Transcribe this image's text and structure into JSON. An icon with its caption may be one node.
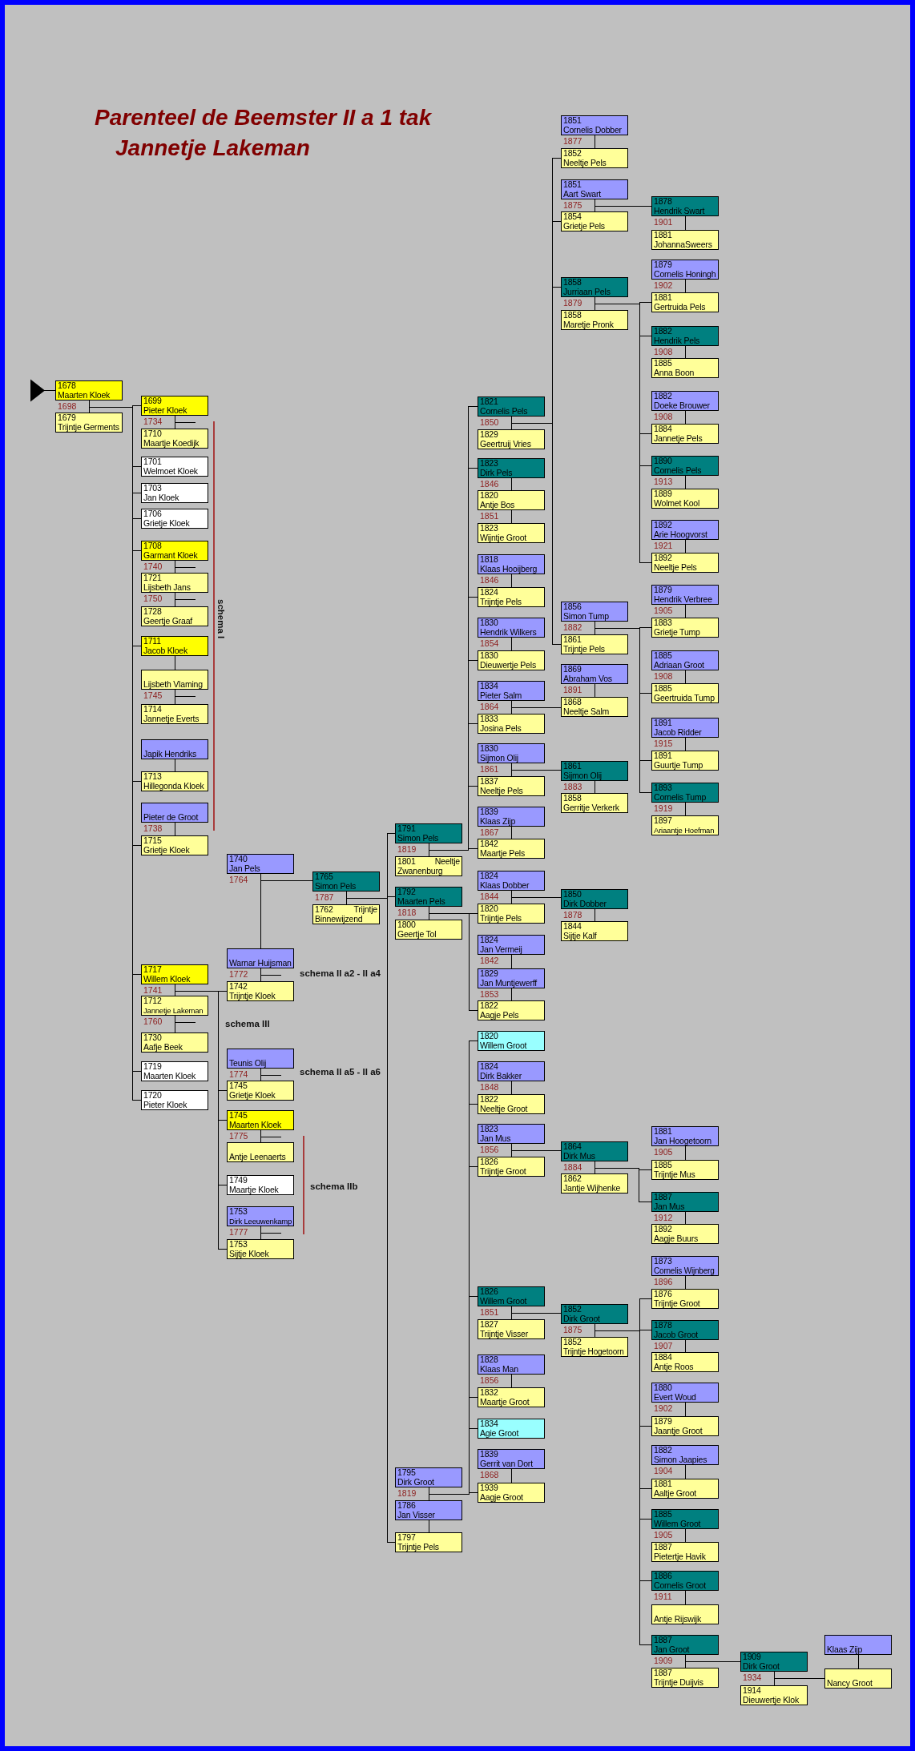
{
  "diagram": {
    "title": "Parenteel de Beemster II a 1 tak Jannetje Lakeman",
    "nodes": [
      {
        "text": [
          "1678",
          "Maarten Kloek"
        ],
        "beside": [
          "1698"
        ]
      },
      {
        "text": [
          "1679",
          "Trijntje Germents"
        ]
      },
      {
        "text": [
          "1699",
          "Pieter Kloek"
        ],
        "beside": [
          "1734"
        ]
      },
      {
        "text": [
          "1710",
          "Maartje Koedijk"
        ]
      },
      {
        "text": [
          "1701",
          "Welmoet Kloek"
        ]
      },
      {
        "text": [
          "1703",
          "Jan Kloek"
        ]
      },
      {
        "text": [
          "1706",
          "Grietje Kloek"
        ]
      },
      {
        "text": [
          "1708",
          "Garmant Kloek"
        ],
        "beside": [
          "1740"
        ]
      },
      {
        "text": [
          "1721",
          "Lijsbeth Jans"
        ],
        "beside": [
          "1750"
        ]
      },
      {
        "text": [
          "1728",
          "Geertje Graaf"
        ]
      },
      {
        "text": [
          "1711",
          "Jacob Kloek"
        ]
      },
      {
        "text": [
          "Lijsbeth Vlaming"
        ],
        "beside": [
          "1745"
        ]
      },
      {
        "text": [
          "1714",
          "Jannetje Everts"
        ]
      },
      {
        "text": [
          "Japik Hendriks"
        ]
      },
      {
        "text": [
          "1713",
          "Hillegonda Kloek"
        ]
      },
      {
        "text": [
          "Pieter de Groot"
        ],
        "beside": [
          "1738"
        ]
      },
      {
        "text": [
          "1715",
          "Grietje Kloek"
        ]
      },
      {
        "text": [
          "1717",
          "Willem Kloek"
        ],
        "beside": [
          "1741"
        ]
      },
      {
        "text": [
          "1712",
          "Jannetje Lakeman"
        ],
        "beside": [
          "1760"
        ]
      },
      {
        "text": [
          "1730",
          "Aafje Beek"
        ]
      },
      {
        "text": [
          "1719",
          "Maarten Kloek"
        ]
      },
      {
        "text": [
          "1720",
          "Pieter Kloek"
        ]
      },
      {
        "text": [
          "1740",
          "Jan Pels"
        ],
        "beside": [
          "1764"
        ]
      },
      {
        "text": [
          "Warnar Huijsman"
        ],
        "beside": [
          "1772"
        ]
      },
      {
        "text": [
          "1742",
          "Trijntje Kloek"
        ]
      },
      {
        "text": [
          "Teunis Olij"
        ],
        "beside": [
          "1774"
        ]
      },
      {
        "text": [
          "1745",
          "Grietje Kloek"
        ]
      },
      {
        "text": [
          "1745",
          "Maarten Kloek"
        ],
        "beside": [
          "1775"
        ]
      },
      {
        "text": [
          "Antje Leenaerts"
        ]
      },
      {
        "text": [
          "1749",
          "Maartje Kloek"
        ]
      },
      {
        "text": [
          "1753",
          "Dirk Leeuwenkamp"
        ],
        "beside": [
          "1777"
        ]
      },
      {
        "text": [
          "1753",
          "Sijtje Kloek"
        ]
      },
      {
        "text": [
          "1765",
          "Simon Pels"
        ],
        "beside": [
          "1787"
        ]
      },
      {
        "text": [
          "1762 Trijntje Binnewijzend"
        ]
      },
      {
        "text": [
          "1791",
          "Simon Pels"
        ],
        "beside": [
          "1819"
        ]
      },
      {
        "text": [
          "1801 Neeltje Zwanenburg"
        ]
      },
      {
        "text": [
          "1792",
          "Maarten Pels"
        ],
        "beside": [
          "1818"
        ]
      },
      {
        "text": [
          "1800",
          "Geertje Tol"
        ]
      },
      {
        "text": [
          "1795",
          "Dirk Groot"
        ],
        "beside": [
          "1819"
        ]
      },
      {
        "text": [
          "1786",
          "Jan Visser"
        ]
      },
      {
        "text": [
          "1797",
          "Trijntje Pels"
        ]
      },
      {
        "text": [
          "1821",
          "Cornelis Pels"
        ],
        "beside": [
          "1850"
        ]
      },
      {
        "text": [
          "1829",
          "Geertruij Vries"
        ]
      },
      {
        "text": [
          "1823",
          "Dirk Pels"
        ],
        "beside": [
          "1846"
        ]
      },
      {
        "text": [
          "1820",
          "Antje Bos"
        ],
        "beside": [
          "1851"
        ]
      },
      {
        "text": [
          "1823",
          "Wijntje Groot"
        ]
      },
      {
        "text": [
          "1818",
          "Klaas Hooijberg"
        ],
        "beside": [
          "1846"
        ]
      },
      {
        "text": [
          "1824",
          "Trijntje Pels"
        ]
      },
      {
        "text": [
          "1830",
          "Hendrik Wilkers"
        ],
        "beside": [
          "1854"
        ]
      },
      {
        "text": [
          "1830",
          "Dieuwertje Pels"
        ]
      },
      {
        "text": [
          "1834",
          "Pieter Salm"
        ],
        "beside": [
          "1864"
        ]
      },
      {
        "text": [
          "1833",
          "Josina Pels"
        ]
      },
      {
        "text": [
          "1830",
          "Sijmon Olij"
        ],
        "beside": [
          "1861"
        ]
      },
      {
        "text": [
          "1837",
          "Neeltje Pels"
        ]
      },
      {
        "text": [
          "1839",
          "Klaas Zijp"
        ],
        "beside": [
          "1867"
        ]
      },
      {
        "text": [
          "1842",
          "Maartje Pels"
        ]
      },
      {
        "text": [
          "1824",
          "Klaas Dobber"
        ],
        "beside": [
          "1844"
        ]
      },
      {
        "text": [
          "1820",
          "Trijntje Pels"
        ]
      },
      {
        "text": [
          "1824",
          "Jan Vermeij"
        ],
        "beside": [
          "1842"
        ]
      },
      {
        "text": [
          "1829",
          "Jan Muntjewerff"
        ],
        "beside": [
          "1853"
        ]
      },
      {
        "text": [
          "1822",
          "Aagje Pels"
        ]
      },
      {
        "text": [
          "1820",
          "Willem Groot"
        ]
      },
      {
        "text": [
          "1824",
          "Dirk Bakker"
        ],
        "beside": [
          "1848"
        ]
      },
      {
        "text": [
          "1822",
          "Neeltje Groot"
        ]
      },
      {
        "text": [
          "1823",
          "Jan Mus"
        ],
        "beside": [
          "1856"
        ]
      },
      {
        "text": [
          "1826",
          "Trijntje Groot"
        ]
      },
      {
        "text": [
          "1826",
          "Willem Groot"
        ],
        "beside": [
          "1851"
        ]
      },
      {
        "text": [
          "1827",
          "Trijntje Visser"
        ]
      },
      {
        "text": [
          "1828",
          "Klaas Man"
        ],
        "beside": [
          "1856"
        ]
      },
      {
        "text": [
          "1832",
          "Maartje Groot"
        ]
      },
      {
        "text": [
          "1834",
          "Agie Groot"
        ]
      },
      {
        "text": [
          "1839",
          "Gerrit van Dort"
        ],
        "beside": [
          "1868"
        ]
      },
      {
        "text": [
          "1939",
          "Aagje Groot"
        ]
      },
      {
        "text": [
          "1851",
          "Cornelis Dobber"
        ],
        "beside": [
          "1877"
        ]
      },
      {
        "text": [
          "1852",
          "Neeltje Pels"
        ]
      },
      {
        "text": [
          "1851",
          "Aart Swart"
        ],
        "beside": [
          "1875"
        ]
      },
      {
        "text": [
          "1854",
          "Grietje Pels"
        ]
      },
      {
        "text": [
          "1858",
          "Jurriaan Pels"
        ],
        "beside": [
          "1879"
        ]
      },
      {
        "text": [
          "1858",
          "Maretje Pronk"
        ]
      },
      {
        "text": [
          "1856",
          "Simon Tump"
        ],
        "beside": [
          "1882"
        ]
      },
      {
        "text": [
          "1861",
          "Trijntje Pels"
        ]
      },
      {
        "text": [
          "1869",
          "Abraham Vos"
        ],
        "beside": [
          "1891"
        ]
      },
      {
        "text": [
          "1868",
          "Neeltje Salm"
        ]
      },
      {
        "text": [
          "1861",
          "Sijmon Olij"
        ],
        "beside": [
          "1883"
        ]
      },
      {
        "text": [
          "1858",
          "Gerritje Verkerk"
        ]
      },
      {
        "text": [
          "1850",
          "Dirk Dobber"
        ],
        "beside": [
          "1878"
        ]
      },
      {
        "text": [
          "1844",
          "Sijtje Kalf"
        ]
      },
      {
        "text": [
          "1864",
          "Dirk Mus"
        ],
        "beside": [
          "1884"
        ]
      },
      {
        "text": [
          "1862",
          "Jantje Wijhenke"
        ]
      },
      {
        "text": [
          "1852",
          "Dirk Groot"
        ],
        "beside": [
          "1875"
        ]
      },
      {
        "text": [
          "1852",
          "Trijntje Hogetoorn"
        ]
      },
      {
        "text": [
          "1878",
          "Hendrik Swart"
        ],
        "beside": [
          "1901"
        ]
      },
      {
        "text": [
          "1881",
          "JohannaSweers"
        ]
      },
      {
        "text": [
          "1879",
          "Cornelis Honingh"
        ],
        "beside": [
          "1902"
        ]
      },
      {
        "text": [
          "1881",
          "Gertruida Pels"
        ]
      },
      {
        "text": [
          "1882",
          "Hendrik Pels"
        ],
        "beside": [
          "1908"
        ]
      },
      {
        "text": [
          "1885",
          "Anna Boon"
        ]
      },
      {
        "text": [
          "1882",
          "Doeke Brouwer"
        ],
        "beside": [
          "1908"
        ]
      },
      {
        "text": [
          "1884",
          "Jannetje Pels"
        ]
      },
      {
        "text": [
          "1890",
          "Cornelis Pels"
        ],
        "beside": [
          "1913"
        ]
      },
      {
        "text": [
          "1889",
          "Wolmet Kool"
        ]
      },
      {
        "text": [
          "1892",
          "Arie Hoogvorst"
        ],
        "beside": [
          "1921"
        ]
      },
      {
        "text": [
          "1892",
          "Neeltje Pels"
        ]
      },
      {
        "text": [
          "1879",
          "Hendrik Verbree"
        ],
        "beside": [
          "1905"
        ]
      },
      {
        "text": [
          "1883",
          "Grietje Tump"
        ]
      },
      {
        "text": [
          "1885",
          "Adriaan Groot"
        ],
        "beside": [
          "1908"
        ]
      },
      {
        "text": [
          "1885",
          "Geertruida Tump"
        ]
      },
      {
        "text": [
          "1891",
          "Jacob Ridder"
        ],
        "beside": [
          "1915"
        ]
      },
      {
        "text": [
          "1891",
          "Guurtje Tump"
        ]
      },
      {
        "text": [
          "1893",
          "Cornelis Tump"
        ],
        "beside": [
          "1919"
        ]
      },
      {
        "text": [
          "1897",
          "Ariaantje Hoefman"
        ]
      },
      {
        "text": [
          "1881",
          "Jan Hoogetoorn"
        ],
        "beside": [
          "1905"
        ]
      },
      {
        "text": [
          "1885",
          "Trijntje Mus"
        ]
      },
      {
        "text": [
          "1887",
          "Jan Mus"
        ],
        "beside": [
          "1912"
        ]
      },
      {
        "text": [
          "1892",
          "Aagje Buurs"
        ]
      },
      {
        "text": [
          "1873",
          "Cornelis Wijnberg"
        ],
        "beside": [
          "1896"
        ]
      },
      {
        "text": [
          "1876",
          "Trijntje Groot"
        ]
      },
      {
        "text": [
          "1878",
          "Jacob Groot"
        ],
        "beside": [
          "1907"
        ]
      },
      {
        "text": [
          "1884",
          "Antje Roos"
        ]
      },
      {
        "text": [
          "1880",
          "Evert Woud"
        ],
        "beside": [
          "1902"
        ]
      },
      {
        "text": [
          "1879",
          "Jaantje Groot"
        ]
      },
      {
        "text": [
          "1882",
          "Simon Jaapies"
        ],
        "beside": [
          "1904"
        ]
      },
      {
        "text": [
          "1881",
          "Aaltje Groot"
        ]
      },
      {
        "text": [
          "1885",
          "Willem Groot"
        ],
        "beside": [
          "1905"
        ]
      },
      {
        "text": [
          "1887",
          "Pietertje Havik"
        ]
      },
      {
        "text": [
          "1886",
          "Cornelis Groot"
        ],
        "beside": [
          "1911"
        ]
      },
      {
        "text": [
          "Antje Rijswijk"
        ]
      },
      {
        "text": [
          "1887",
          "Jan Groot"
        ],
        "beside": [
          "1909"
        ]
      },
      {
        "text": [
          "1887",
          "Trijntje Duijvis"
        ]
      },
      {
        "text": [
          "1909",
          "Dirk Groot"
        ],
        "beside": [
          "1934"
        ]
      },
      {
        "text": [
          "1914",
          "Dieuwertje Klok"
        ]
      },
      {
        "text": [
          "Klaas Zijp"
        ]
      },
      {
        "text": [
          "Nancy Groot"
        ]
      }
    ],
    "edges": [
      {
        "from": null,
        "to": 0,
        "arrow": "to"
      },
      {
        "from": 0,
        "to": 1,
        "arrow": "none"
      },
      {
        "from": 2,
        "to": 3,
        "arrow": "none"
      },
      {
        "from": 7,
        "to": 8,
        "arrow": "none"
      },
      {
        "from": 8,
        "to": 9,
        "arrow": "none"
      },
      {
        "from": 10,
        "to": 11,
        "arrow": "none"
      },
      {
        "from": 11,
        "to": 12,
        "arrow": "none"
      },
      {
        "from": 13,
        "to": 14,
        "arrow": "none"
      },
      {
        "from": 15,
        "to": 16,
        "arrow": "none"
      },
      {
        "from": 17,
        "to": 18,
        "arrow": "none"
      },
      {
        "from": 18,
        "to": 19,
        "arrow": "none"
      },
      {
        "from": 22,
        "to": 23,
        "arrow": "none"
      },
      {
        "from": 23,
        "to": 24,
        "arrow": "none"
      },
      {
        "from": 25,
        "to": 26,
        "arrow": "none"
      },
      {
        "from": 27,
        "to": 28,
        "arrow": "none"
      },
      {
        "from": 30,
        "to": 31,
        "arrow": "none"
      },
      {
        "from": 32,
        "to": 33,
        "arrow": "none"
      },
      {
        "from": 34,
        "to": 35,
        "arrow": "none"
      },
      {
        "from": 36,
        "to": 37,
        "arrow": "none"
      },
      {
        "from": 38,
        "to": 39,
        "arrow": "none"
      },
      {
        "from": 39,
        "to": 40,
        "arrow": "none"
      },
      {
        "from": 41,
        "to": 42,
        "arrow": "none"
      },
      {
        "from": 43,
        "to": 44,
        "arrow": "none"
      },
      {
        "from": 44,
        "to": 45,
        "arrow": "none"
      },
      {
        "from": 46,
        "to": 47,
        "arrow": "none"
      },
      {
        "from": 48,
        "to": 49,
        "arrow": "none"
      },
      {
        "from": 50,
        "to": 51,
        "arrow": "none"
      },
      {
        "from": 52,
        "to": 53,
        "arrow": "none"
      },
      {
        "from": 54,
        "to": 55,
        "arrow": "none"
      },
      {
        "from": 56,
        "to": 57,
        "arrow": "none"
      },
      {
        "from": 58,
        "to": 59,
        "arrow": "none"
      },
      {
        "from": 59,
        "to": 60,
        "arrow": "none"
      },
      {
        "from": 62,
        "to": 63,
        "arrow": "none"
      },
      {
        "from": 64,
        "to": 65,
        "arrow": "none"
      },
      {
        "from": 66,
        "to": 67,
        "arrow": "none"
      },
      {
        "from": 68,
        "to": 69,
        "arrow": "none"
      },
      {
        "from": 71,
        "to": 72,
        "arrow": "none"
      },
      {
        "from": 73,
        "to": 74,
        "arrow": "none"
      },
      {
        "from": 75,
        "to": 76,
        "arrow": "none"
      },
      {
        "from": 77,
        "to": 78,
        "arrow": "none"
      },
      {
        "from": 79,
        "to": 80,
        "arrow": "none"
      },
      {
        "from": 81,
        "to": 82,
        "arrow": "none"
      },
      {
        "from": 83,
        "to": 84,
        "arrow": "none"
      },
      {
        "from": 85,
        "to": 86,
        "arrow": "none"
      },
      {
        "from": 87,
        "to": 88,
        "arrow": "none"
      },
      {
        "from": 89,
        "to": 90,
        "arrow": "none"
      },
      {
        "from": 91,
        "to": 92,
        "arrow": "none"
      },
      {
        "from": 93,
        "to": 94,
        "arrow": "none"
      },
      {
        "from": 95,
        "to": 96,
        "arrow": "none"
      },
      {
        "from": 97,
        "to": 98,
        "arrow": "none"
      },
      {
        "from": 99,
        "to": 100,
        "arrow": "none"
      },
      {
        "from": 101,
        "to": 102,
        "arrow": "none"
      },
      {
        "from": 103,
        "to": 104,
        "arrow": "none"
      },
      {
        "from": 105,
        "to": 106,
        "arrow": "none"
      },
      {
        "from": 107,
        "to": 108,
        "arrow": "none"
      },
      {
        "from": 109,
        "to": 110,
        "arrow": "none"
      },
      {
        "from": 111,
        "to": 112,
        "arrow": "none"
      },
      {
        "from": 113,
        "to": 114,
        "arrow": "none"
      },
      {
        "from": 115,
        "to": 116,
        "arrow": "none"
      },
      {
        "from": 117,
        "to": 118,
        "arrow": "none"
      },
      {
        "from": 119,
        "to": 120,
        "arrow": "none"
      },
      {
        "from": 121,
        "to": 122,
        "arrow": "none"
      },
      {
        "from": 123,
        "to": 124,
        "arrow": "none"
      },
      {
        "from": 125,
        "to": 126,
        "arrow": "none"
      },
      {
        "from": 127,
        "to": 128,
        "arrow": "none"
      },
      {
        "from": 129,
        "to": 130,
        "arrow": "none"
      },
      {
        "from": 131,
        "to": 132,
        "arrow": "none"
      },
      {
        "from": 0,
        "to": 2,
        "arrow": "none"
      },
      {
        "from": 0,
        "to": 4,
        "arrow": "none"
      },
      {
        "from": 0,
        "to": 5,
        "arrow": "none"
      },
      {
        "from": 0,
        "to": 6,
        "arrow": "none"
      },
      {
        "from": 0,
        "to": 7,
        "arrow": "none"
      },
      {
        "from": 0,
        "to": 10,
        "arrow": "none"
      },
      {
        "from": 0,
        "to": 14,
        "arrow": "none"
      },
      {
        "from": 0,
        "to": 16,
        "arrow": "none"
      },
      {
        "from": 0,
        "to": 17,
        "arrow": "none"
      },
      {
        "from": 0,
        "to": 20,
        "arrow": "none"
      },
      {
        "from": 0,
        "to": 21,
        "arrow": "none"
      },
      {
        "from": 17,
        "to": 24,
        "arrow": "none"
      },
      {
        "from": 17,
        "to": 26,
        "arrow": "none"
      },
      {
        "from": 17,
        "to": 27,
        "arrow": "none"
      },
      {
        "from": 17,
        "to": 29,
        "arrow": "none"
      },
      {
        "from": 17,
        "to": 31,
        "arrow": "none"
      },
      {
        "from": 22,
        "to": 32,
        "arrow": "none"
      },
      {
        "from": 32,
        "to": 34,
        "arrow": "none"
      },
      {
        "from": 32,
        "to": 36,
        "arrow": "none"
      },
      {
        "from": 32,
        "to": 40,
        "arrow": "none"
      },
      {
        "from": 34,
        "to": 41,
        "arrow": "none"
      },
      {
        "from": 34,
        "to": 43,
        "arrow": "none"
      },
      {
        "from": 34,
        "to": 47,
        "arrow": "none"
      },
      {
        "from": 34,
        "to": 49,
        "arrow": "none"
      },
      {
        "from": 34,
        "to": 51,
        "arrow": "none"
      },
      {
        "from": 34,
        "to": 53,
        "arrow": "none"
      },
      {
        "from": 34,
        "to": 55,
        "arrow": "none"
      },
      {
        "from": 36,
        "to": 57,
        "arrow": "none"
      },
      {
        "from": 36,
        "to": 60,
        "arrow": "none"
      },
      {
        "from": 38,
        "to": 61,
        "arrow": "none"
      },
      {
        "from": 38,
        "to": 63,
        "arrow": "none"
      },
      {
        "from": 38,
        "to": 65,
        "arrow": "none"
      },
      {
        "from": 38,
        "to": 66,
        "arrow": "none"
      },
      {
        "from": 38,
        "to": 69,
        "arrow": "none"
      },
      {
        "from": 38,
        "to": 70,
        "arrow": "none"
      },
      {
        "from": 38,
        "to": 72,
        "arrow": "none"
      },
      {
        "from": 41,
        "to": 74,
        "arrow": "none"
      },
      {
        "from": 41,
        "to": 76,
        "arrow": "none"
      },
      {
        "from": 41,
        "to": 77,
        "arrow": "none"
      },
      {
        "from": 41,
        "to": 80,
        "arrow": "none"
      },
      {
        "from": 75,
        "to": 91,
        "arrow": "none"
      },
      {
        "from": 77,
        "to": 94,
        "arrow": "none"
      },
      {
        "from": 77,
        "to": 95,
        "arrow": "none"
      },
      {
        "from": 77,
        "to": 98,
        "arrow": "none"
      },
      {
        "from": 77,
        "to": 99,
        "arrow": "none"
      },
      {
        "from": 77,
        "to": 102,
        "arrow": "none"
      },
      {
        "from": 79,
        "to": 104,
        "arrow": "none"
      },
      {
        "from": 79,
        "to": 106,
        "arrow": "none"
      },
      {
        "from": 79,
        "to": 108,
        "arrow": "none"
      },
      {
        "from": 79,
        "to": 109,
        "arrow": "none"
      },
      {
        "from": 50,
        "to": 82,
        "arrow": "none"
      },
      {
        "from": 52,
        "to": 83,
        "arrow": "none"
      },
      {
        "from": 56,
        "to": 85,
        "arrow": "none"
      },
      {
        "from": 64,
        "to": 87,
        "arrow": "none"
      },
      {
        "from": 87,
        "to": 112,
        "arrow": "none"
      },
      {
        "from": 87,
        "to": 113,
        "arrow": "none"
      },
      {
        "from": 66,
        "to": 89,
        "arrow": "none"
      },
      {
        "from": 89,
        "to": 116,
        "arrow": "none"
      },
      {
        "from": 89,
        "to": 117,
        "arrow": "none"
      },
      {
        "from": 89,
        "to": 120,
        "arrow": "none"
      },
      {
        "from": 89,
        "to": 122,
        "arrow": "none"
      },
      {
        "from": 89,
        "to": 123,
        "arrow": "none"
      },
      {
        "from": 89,
        "to": 125,
        "arrow": "none"
      },
      {
        "from": 89,
        "to": 127,
        "arrow": "none"
      },
      {
        "from": 127,
        "to": 129,
        "arrow": "none"
      },
      {
        "from": 129,
        "to": 132,
        "arrow": "none"
      },
      {
        "from": 2,
        "to": null,
        "arrow": "none"
      },
      {
        "from": 7,
        "to": null,
        "arrow": "none"
      },
      {
        "from": 8,
        "to": null,
        "arrow": "none"
      },
      {
        "from": 11,
        "to": null,
        "arrow": "none"
      },
      {
        "from": 18,
        "to": null,
        "arrow": "none"
      },
      {
        "from": 23,
        "to": null,
        "arrow": "none"
      },
      {
        "from": 25,
        "to": null,
        "arrow": "none"
      },
      {
        "from": 27,
        "to": null,
        "arrow": "none"
      },
      {
        "from": 30,
        "to": null,
        "arrow": "none"
      }
    ],
    "labels": [
      "schema I",
      "schema II a2 - II a4",
      "schema III",
      "schema II a5 - II a6",
      "schema IIb"
    ]
  }
}
